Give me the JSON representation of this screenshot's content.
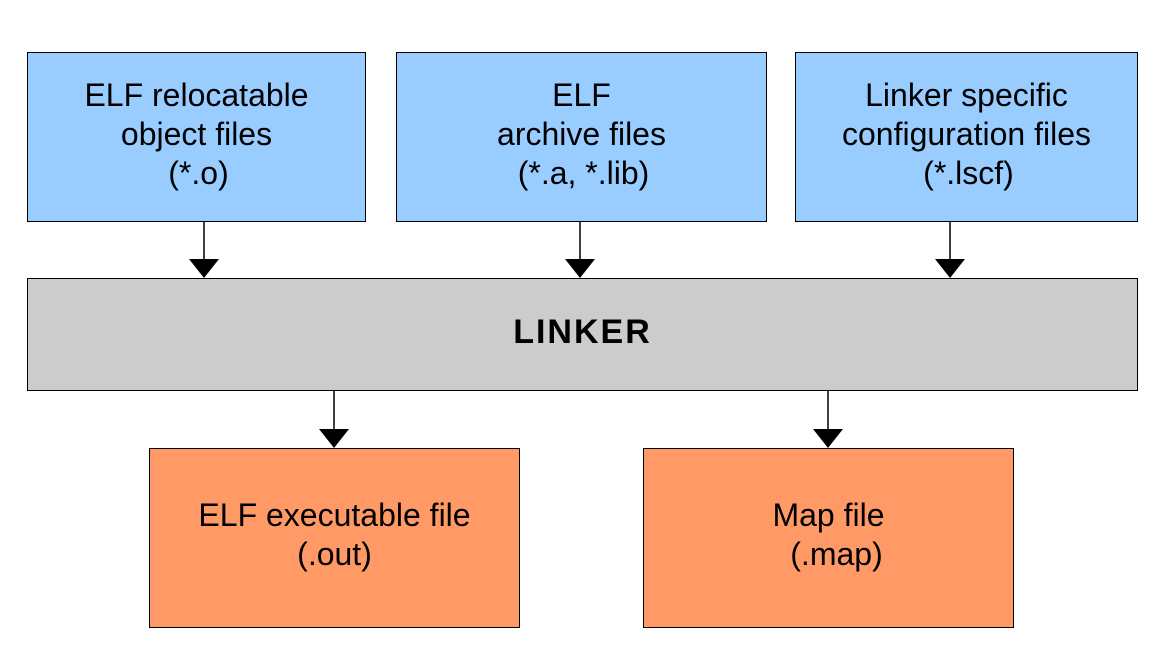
{
  "inputs": [
    {
      "id": "relocatable",
      "lines": [
        "ELF relocatable",
        "object files",
        "(*.o)"
      ]
    },
    {
      "id": "archive",
      "lines": [
        "ELF",
        "archive files",
        "(*.a, *.lib)"
      ]
    },
    {
      "id": "lscf",
      "lines": [
        "Linker specific",
        "configuration files",
        "(*.lscf)"
      ]
    }
  ],
  "linker": {
    "label": "LINKER"
  },
  "outputs": [
    {
      "id": "executable",
      "lines": [
        "ELF executable file",
        "(.out)"
      ]
    },
    {
      "id": "map",
      "lines": [
        "Map file",
        "(.map)"
      ]
    }
  ],
  "colors": {
    "input_fill": "#99ccff",
    "linker_fill": "#cccccc",
    "output_fill": "#ff9966",
    "border": "#000000",
    "arrow": "#000000"
  }
}
